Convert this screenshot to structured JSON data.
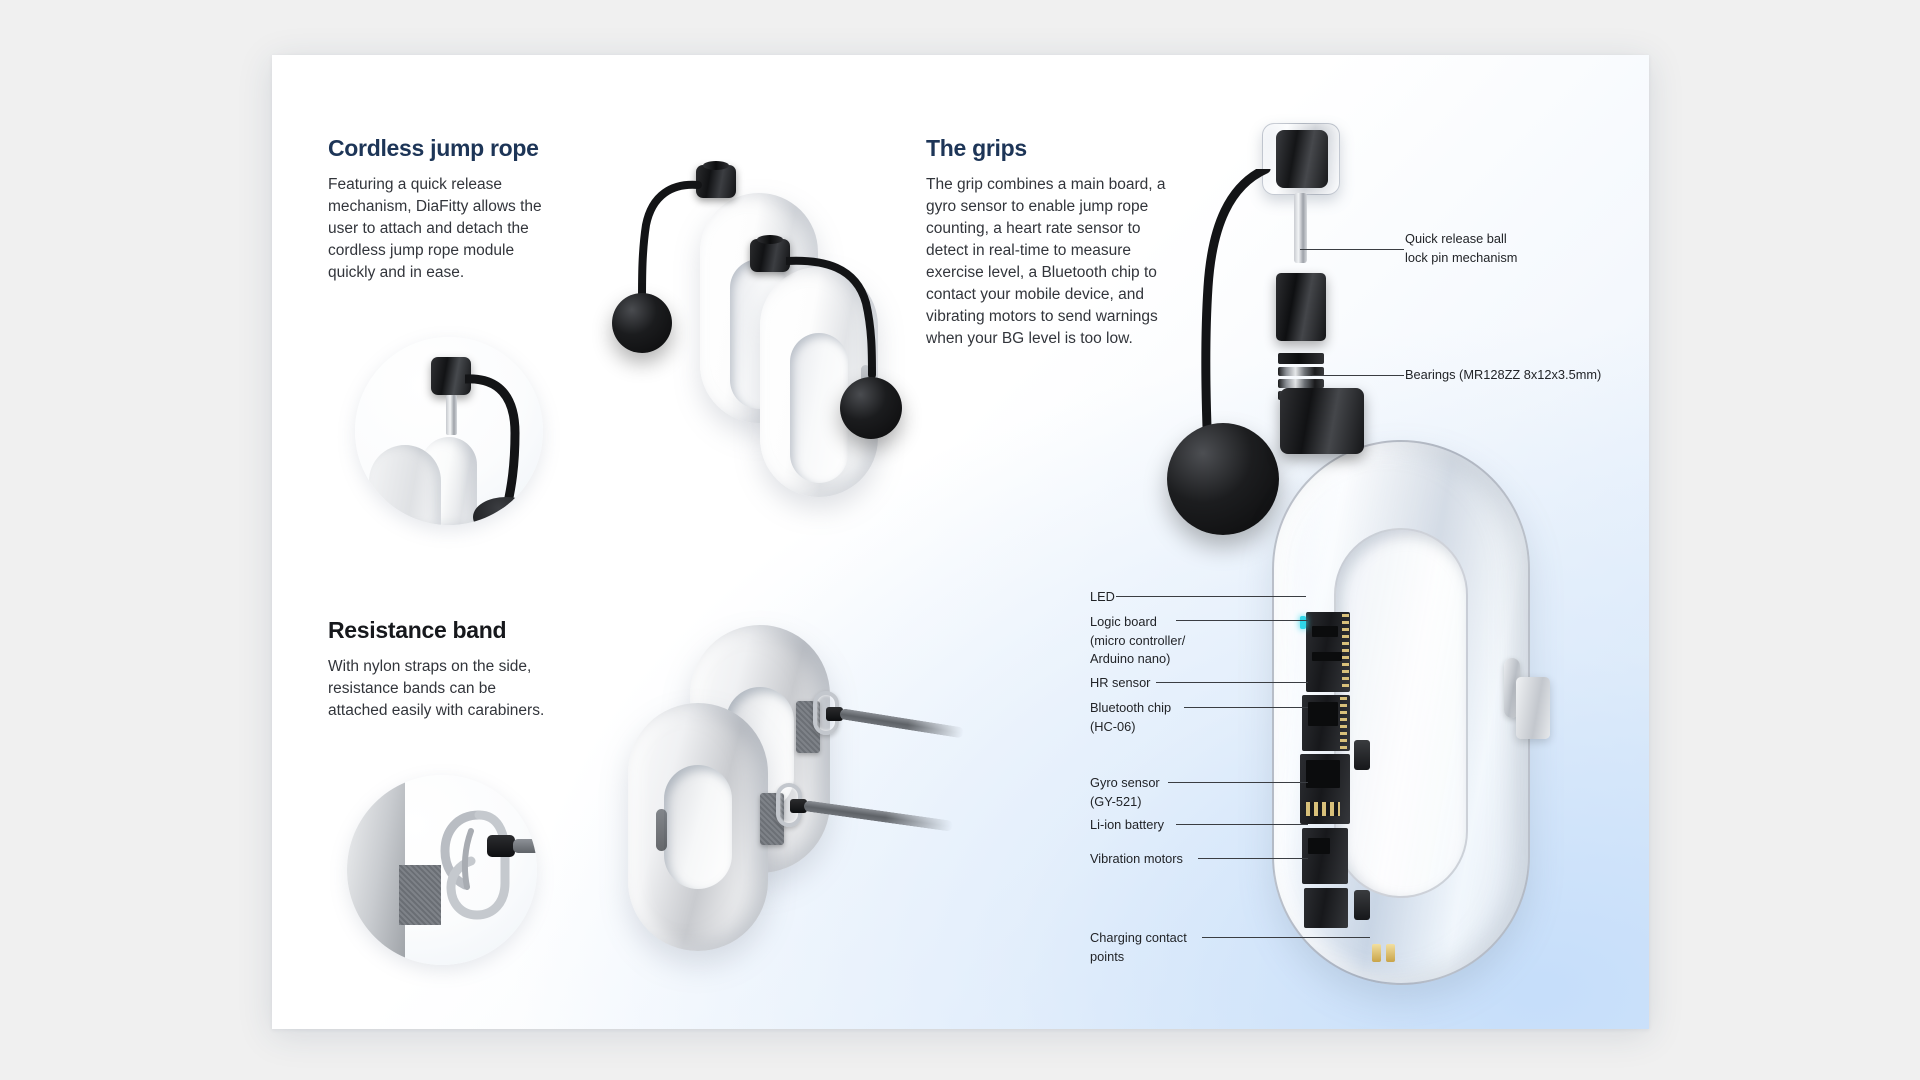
{
  "sections": {
    "jump_rope": {
      "heading": "Cordless jump rope",
      "body": "Featuring a quick release mechanism, DiaFitty allows the user to attach and detach the cordless jump rope module quickly and in ease."
    },
    "grips": {
      "heading": "The grips",
      "body": "The grip combines a main board, a gyro sensor to enable jump rope counting, a heart rate sensor to detect in real-time to measure exercise level, a Bluetooth chip to contact your mobile device, and vibrating motors to send warnings when your BG level is too low."
    },
    "resistance_band": {
      "heading": "Resistance band",
      "body": "With nylon straps on the side, resistance bands can be attached easily with carabiners."
    }
  },
  "callouts": {
    "quick_release": "Quick release ball\nlock pin mechanism",
    "bearings": "Bearings (MR128ZZ 8x12x3.5mm)",
    "led": "LED",
    "logic_board": "Logic board\n(micro controller/\nArduino nano)",
    "hr_sensor": "HR sensor",
    "bluetooth": "Bluetooth chip\n(HC-06)",
    "gyro": "Gyro sensor\n(GY-521)",
    "battery": "Li-ion battery",
    "vibration": "Vibration motors",
    "charging": "Charging contact\npoints"
  },
  "colors": {
    "heading_navy": "#1d3557",
    "heading_dark": "#16181c",
    "body_text": "#32353b",
    "callout_text": "#222428",
    "card_gradient_end": "#dbe9fa",
    "page_bg": "#f0f0f0",
    "led_cyan": "#2fd6e8"
  }
}
